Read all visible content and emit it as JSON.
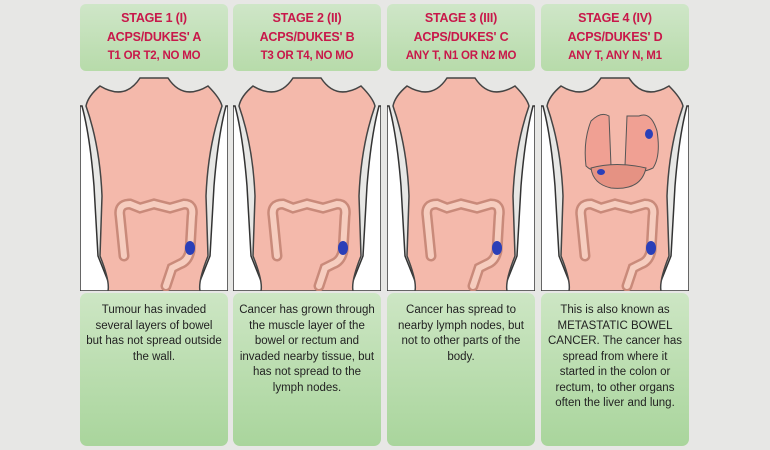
{
  "stages": [
    {
      "title": "STAGE 1 (I)",
      "dukes": "ACPS/DUKES' A",
      "tnm": "T1 OR T2, NO MO",
      "description": "Tumour has invaded several layers of bowel but has not spread outside the wall.",
      "metastasis": false
    },
    {
      "title": "STAGE 2 (II)",
      "dukes": "ACPS/DUKES' B",
      "tnm": "T3 OR T4, NO MO",
      "description": "Cancer has grown through the muscle layer of the bowel or rectum and invaded nearby tissue, but has not spread to the lymph nodes.",
      "metastasis": false
    },
    {
      "title": "STAGE 3 (III)",
      "dukes": "ACPS/DUKES' C",
      "tnm": "ANY T, N1 OR N2 MO",
      "description": "Cancer has spread to nearby lymph nodes, but not to other parts of the body.",
      "metastasis": false
    },
    {
      "title": "STAGE 4 (IV)",
      "dukes": "ACPS/DUKES' D",
      "tnm": "ANY T, ANY N, M1",
      "description": "This is also known as METASTATIC BOWEL CANCER. The cancer has spread from where it started in the colon or rectum, to other organs often the liver and lung.",
      "metastasis": true
    }
  ],
  "colors": {
    "heading": "#c8184a",
    "skin": "#f4b9ab",
    "tumour": "#2a3fb8"
  }
}
